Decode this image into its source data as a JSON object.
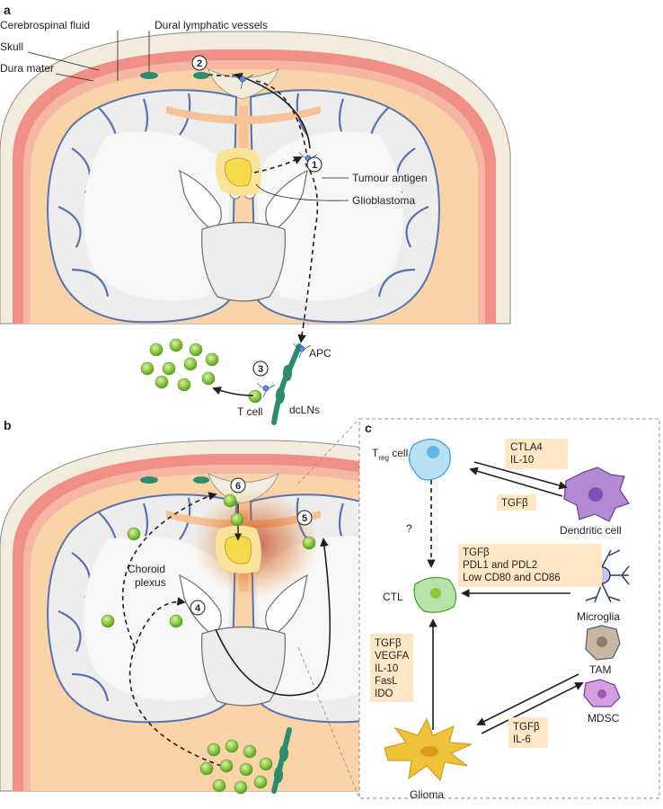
{
  "panels": {
    "a": "a",
    "b": "b",
    "c": "c"
  },
  "panel_a": {
    "labels": {
      "csf": "Cerebrospinal fluid",
      "dural": "Dural lymphatic vessels",
      "skull": "Skull",
      "dura": "Dura mater",
      "tumour_antigen": "Tumour antigen",
      "glioblastoma": "Glioblastoma",
      "apc": "APC",
      "t_cell": "T cell",
      "dclns": "dcLNs"
    },
    "steps": [
      "1",
      "2",
      "3"
    ]
  },
  "panel_b": {
    "labels": {
      "choroid_line1": "Choroid",
      "choroid_line2": "plexus"
    },
    "steps": [
      "4",
      "5",
      "6"
    ]
  },
  "panel_c": {
    "cells": {
      "treg_main": "T",
      "treg_sub": "reg",
      "treg_suffix": " cell",
      "dendritic": "Dendritic cell",
      "microglia": "Microglia",
      "ctl": "CTL",
      "tam": "TAM",
      "mdsc": "MDSC",
      "glioma": "Glioma"
    },
    "question": "?",
    "boxes": {
      "treg_to_dc": [
        "CTLA4",
        "IL-10"
      ],
      "dc_to_treg": [
        "TGFβ"
      ],
      "microglia_to_ctl": [
        "TGFβ",
        "PDL1 and PDL2",
        "Low CD80 and CD86"
      ],
      "glioma_to_ctl": [
        "TGFβ",
        "VEGFA",
        "IL-10",
        "FasL",
        "IDO"
      ],
      "glioma_tam": [
        "TGFβ",
        "IL-6"
      ]
    }
  },
  "colors": {
    "skull": "#f3ecdd",
    "dura": "#f08f86",
    "csf": "#fbd3a8",
    "cortex": "#ffffff",
    "vessel": "#5a72b0",
    "tumour": "#f7d94c",
    "t_cell": "#8dc63f",
    "text": "#231f20",
    "label_box": "#fde7c4"
  }
}
